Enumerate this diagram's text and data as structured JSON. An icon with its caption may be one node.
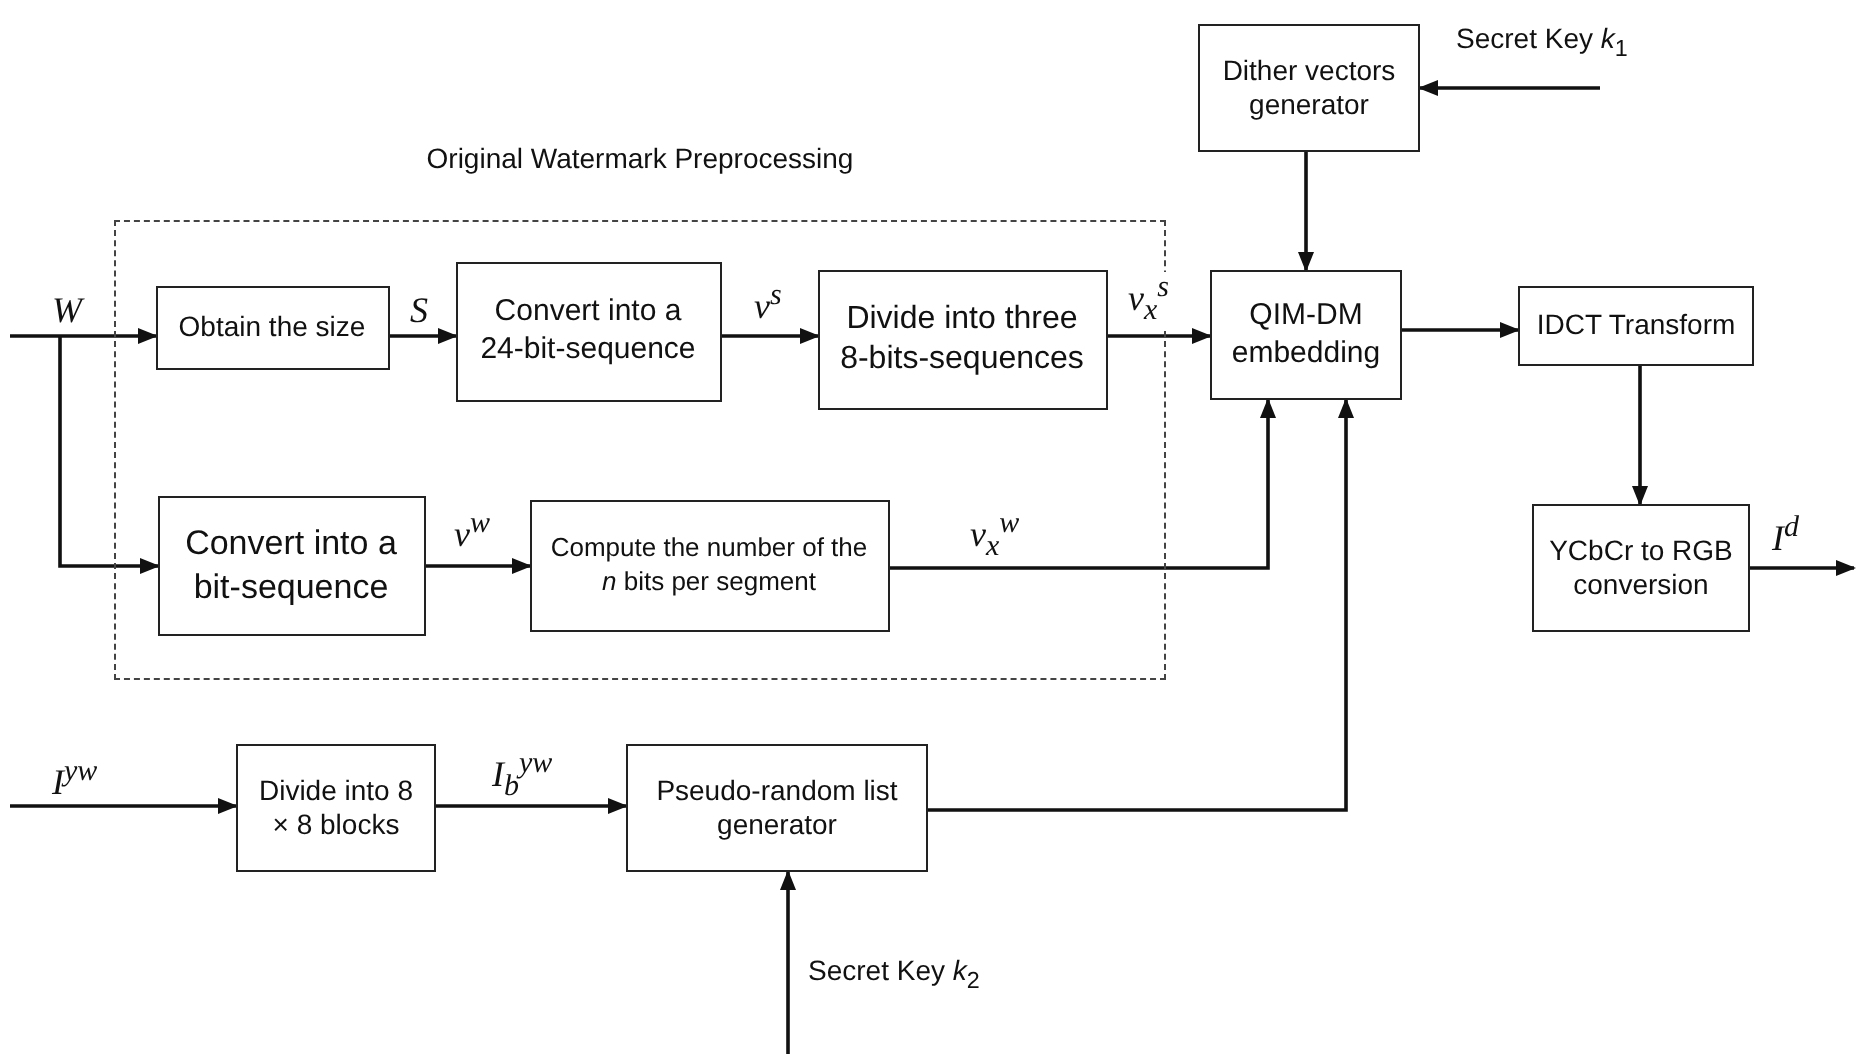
{
  "diagram": {
    "nodes": [
      {
        "text": [
          "Original Watermark Preprocessing"
        ]
      },
      {
        "text": [
          "Obtain the size"
        ],
        "in": 0
      },
      {
        "text": [
          "Convert into a 24-bit-sequence"
        ],
        "in": 0
      },
      {
        "text": [
          "Divide into three 8-bits-sequences"
        ],
        "in": 0
      },
      {
        "text": [
          "Convert into a bit-sequence"
        ],
        "in": 0
      },
      {
        "text": [
          "Compute the number of the *n* bits per segment"
        ],
        "in": 0
      },
      {
        "text": [
          "Dither vectors generator"
        ]
      },
      {
        "text": [
          "QIM-DM embedding"
        ]
      },
      {
        "text": [
          "IDCT Transform"
        ]
      },
      {
        "text": [
          "YCbCr to RGB conversion"
        ]
      },
      {
        "text": [
          "Divide into 8 × 8 blocks"
        ]
      },
      {
        "text": [
          "Pseudo-random list generator"
        ]
      }
    ],
    "edges": [
      {
        "from": null,
        "to": 1,
        "arrow": "to",
        "label": "W"
      },
      {
        "from": null,
        "to": 4,
        "arrow": "to"
      },
      {
        "from": 1,
        "to": 2,
        "arrow": "to",
        "label": "S"
      },
      {
        "from": 2,
        "to": 3,
        "arrow": "to",
        "label": "v$^{s}$"
      },
      {
        "from": 3,
        "to": 7,
        "arrow": "to",
        "label": "v$_{x}$$^{s}$"
      },
      {
        "from": 4,
        "to": 5,
        "arrow": "to",
        "label": "v$^{w}$"
      },
      {
        "from": 5,
        "to": 7,
        "arrow": "to",
        "label": "v$_{x}$$^{w}$"
      },
      {
        "from": null,
        "to": 6,
        "arrow": "to",
        "label": "Secret Key *k*$_{1}$"
      },
      {
        "from": 6,
        "to": 7,
        "arrow": "to"
      },
      {
        "from": 7,
        "to": 8,
        "arrow": "to"
      },
      {
        "from": 8,
        "to": 9,
        "arrow": "to"
      },
      {
        "from": 9,
        "to": null,
        "arrow": "to",
        "label": "I$^{d}$"
      },
      {
        "from": null,
        "to": 10,
        "arrow": "to",
        "label": "I$^{yw}$"
      },
      {
        "from": 10,
        "to": 11,
        "arrow": "to",
        "label": "I$_{b}$$^{yw}$"
      },
      {
        "from": 11,
        "to": 7,
        "arrow": "to"
      },
      {
        "from": null,
        "to": 11,
        "arrow": "to",
        "label": "Secret Key *k*$_{2}$"
      }
    ]
  }
}
